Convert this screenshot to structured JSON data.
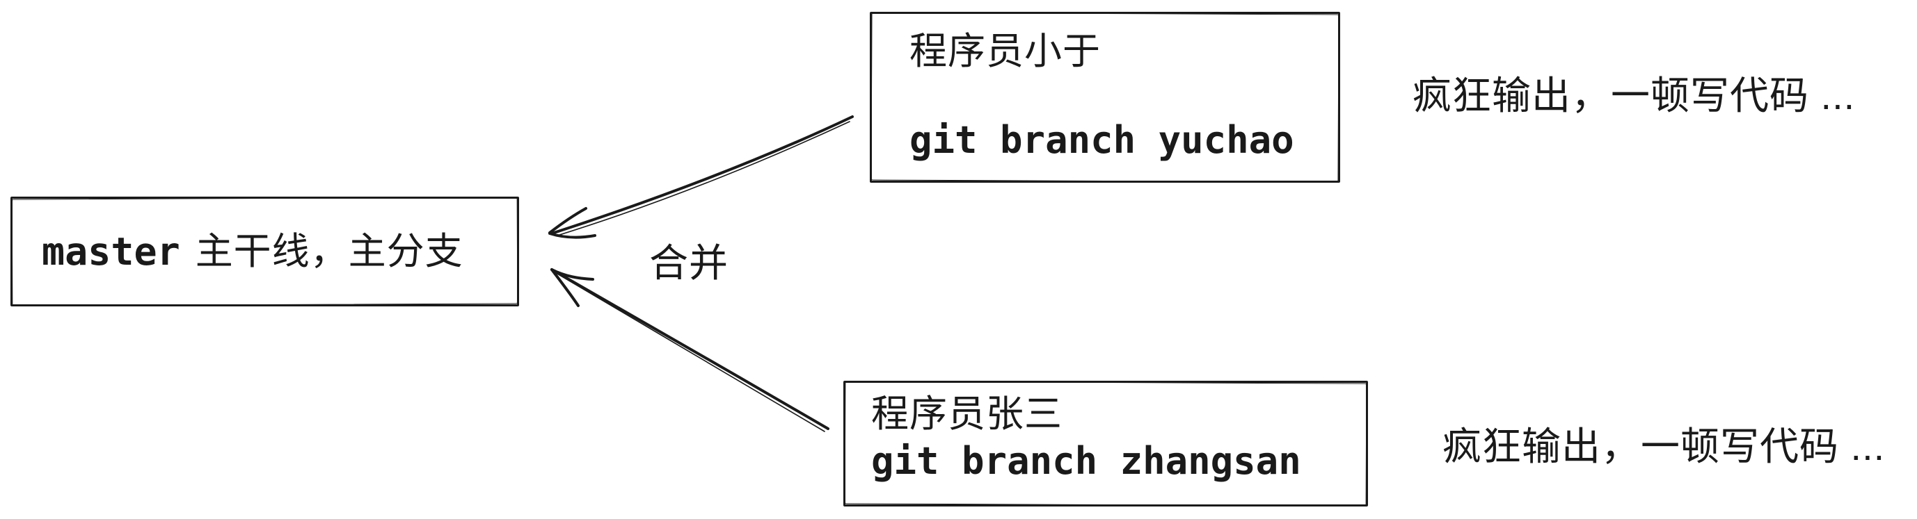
{
  "canvas": {
    "ink": "#1a1a1a",
    "background": "#ffffff"
  },
  "master_box": {
    "code": "master",
    "label": "主干线，主分支"
  },
  "developer_boxes": [
    {
      "name": "程序员小于",
      "command": "git branch yuchao",
      "note": "疯狂输出，一顿写代码 ..."
    },
    {
      "name": "程序员张三",
      "command": "git branch zhangsan",
      "note": "疯狂输出，一顿写代码 ..."
    }
  ],
  "merge_label": "合并"
}
